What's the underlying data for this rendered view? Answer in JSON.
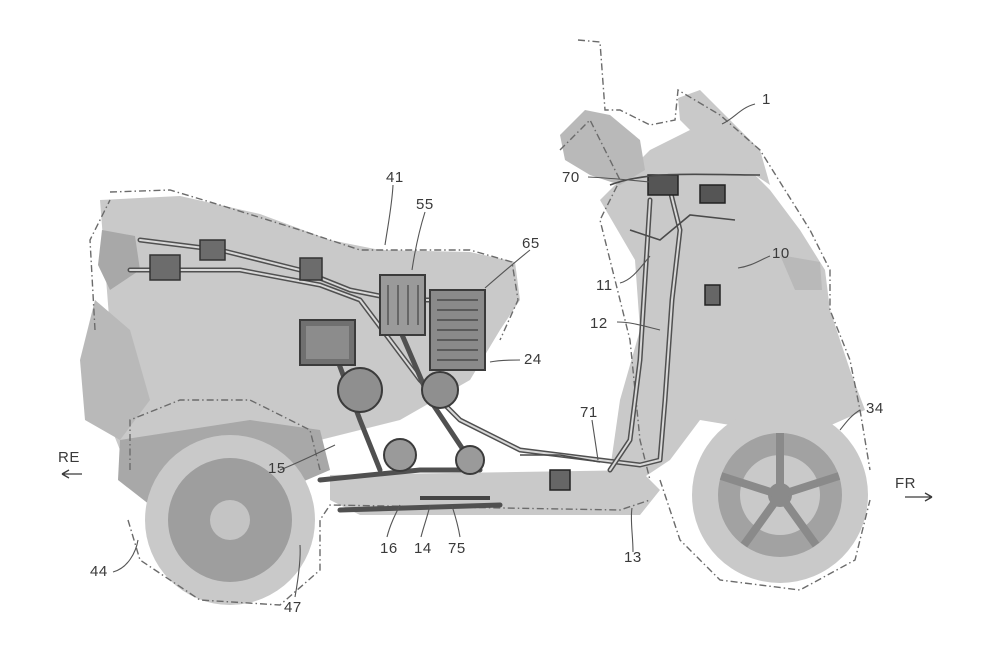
{
  "labels": {
    "l1": "1",
    "l10": "10",
    "l11": "11",
    "l12": "12",
    "l13": "13",
    "l14": "14",
    "l15": "15",
    "l16": "16",
    "l24": "24",
    "l34": "34",
    "l41": "41",
    "l44": "44",
    "l47": "47",
    "l55": "55",
    "l65": "65",
    "l70": "70",
    "l71": "71",
    "l75": "75"
  },
  "directions": {
    "rear": "RE",
    "front": "FR"
  },
  "colors": {
    "body": "#c9c9c9",
    "frame": "#505050",
    "outline": "#6b6b6b"
  }
}
